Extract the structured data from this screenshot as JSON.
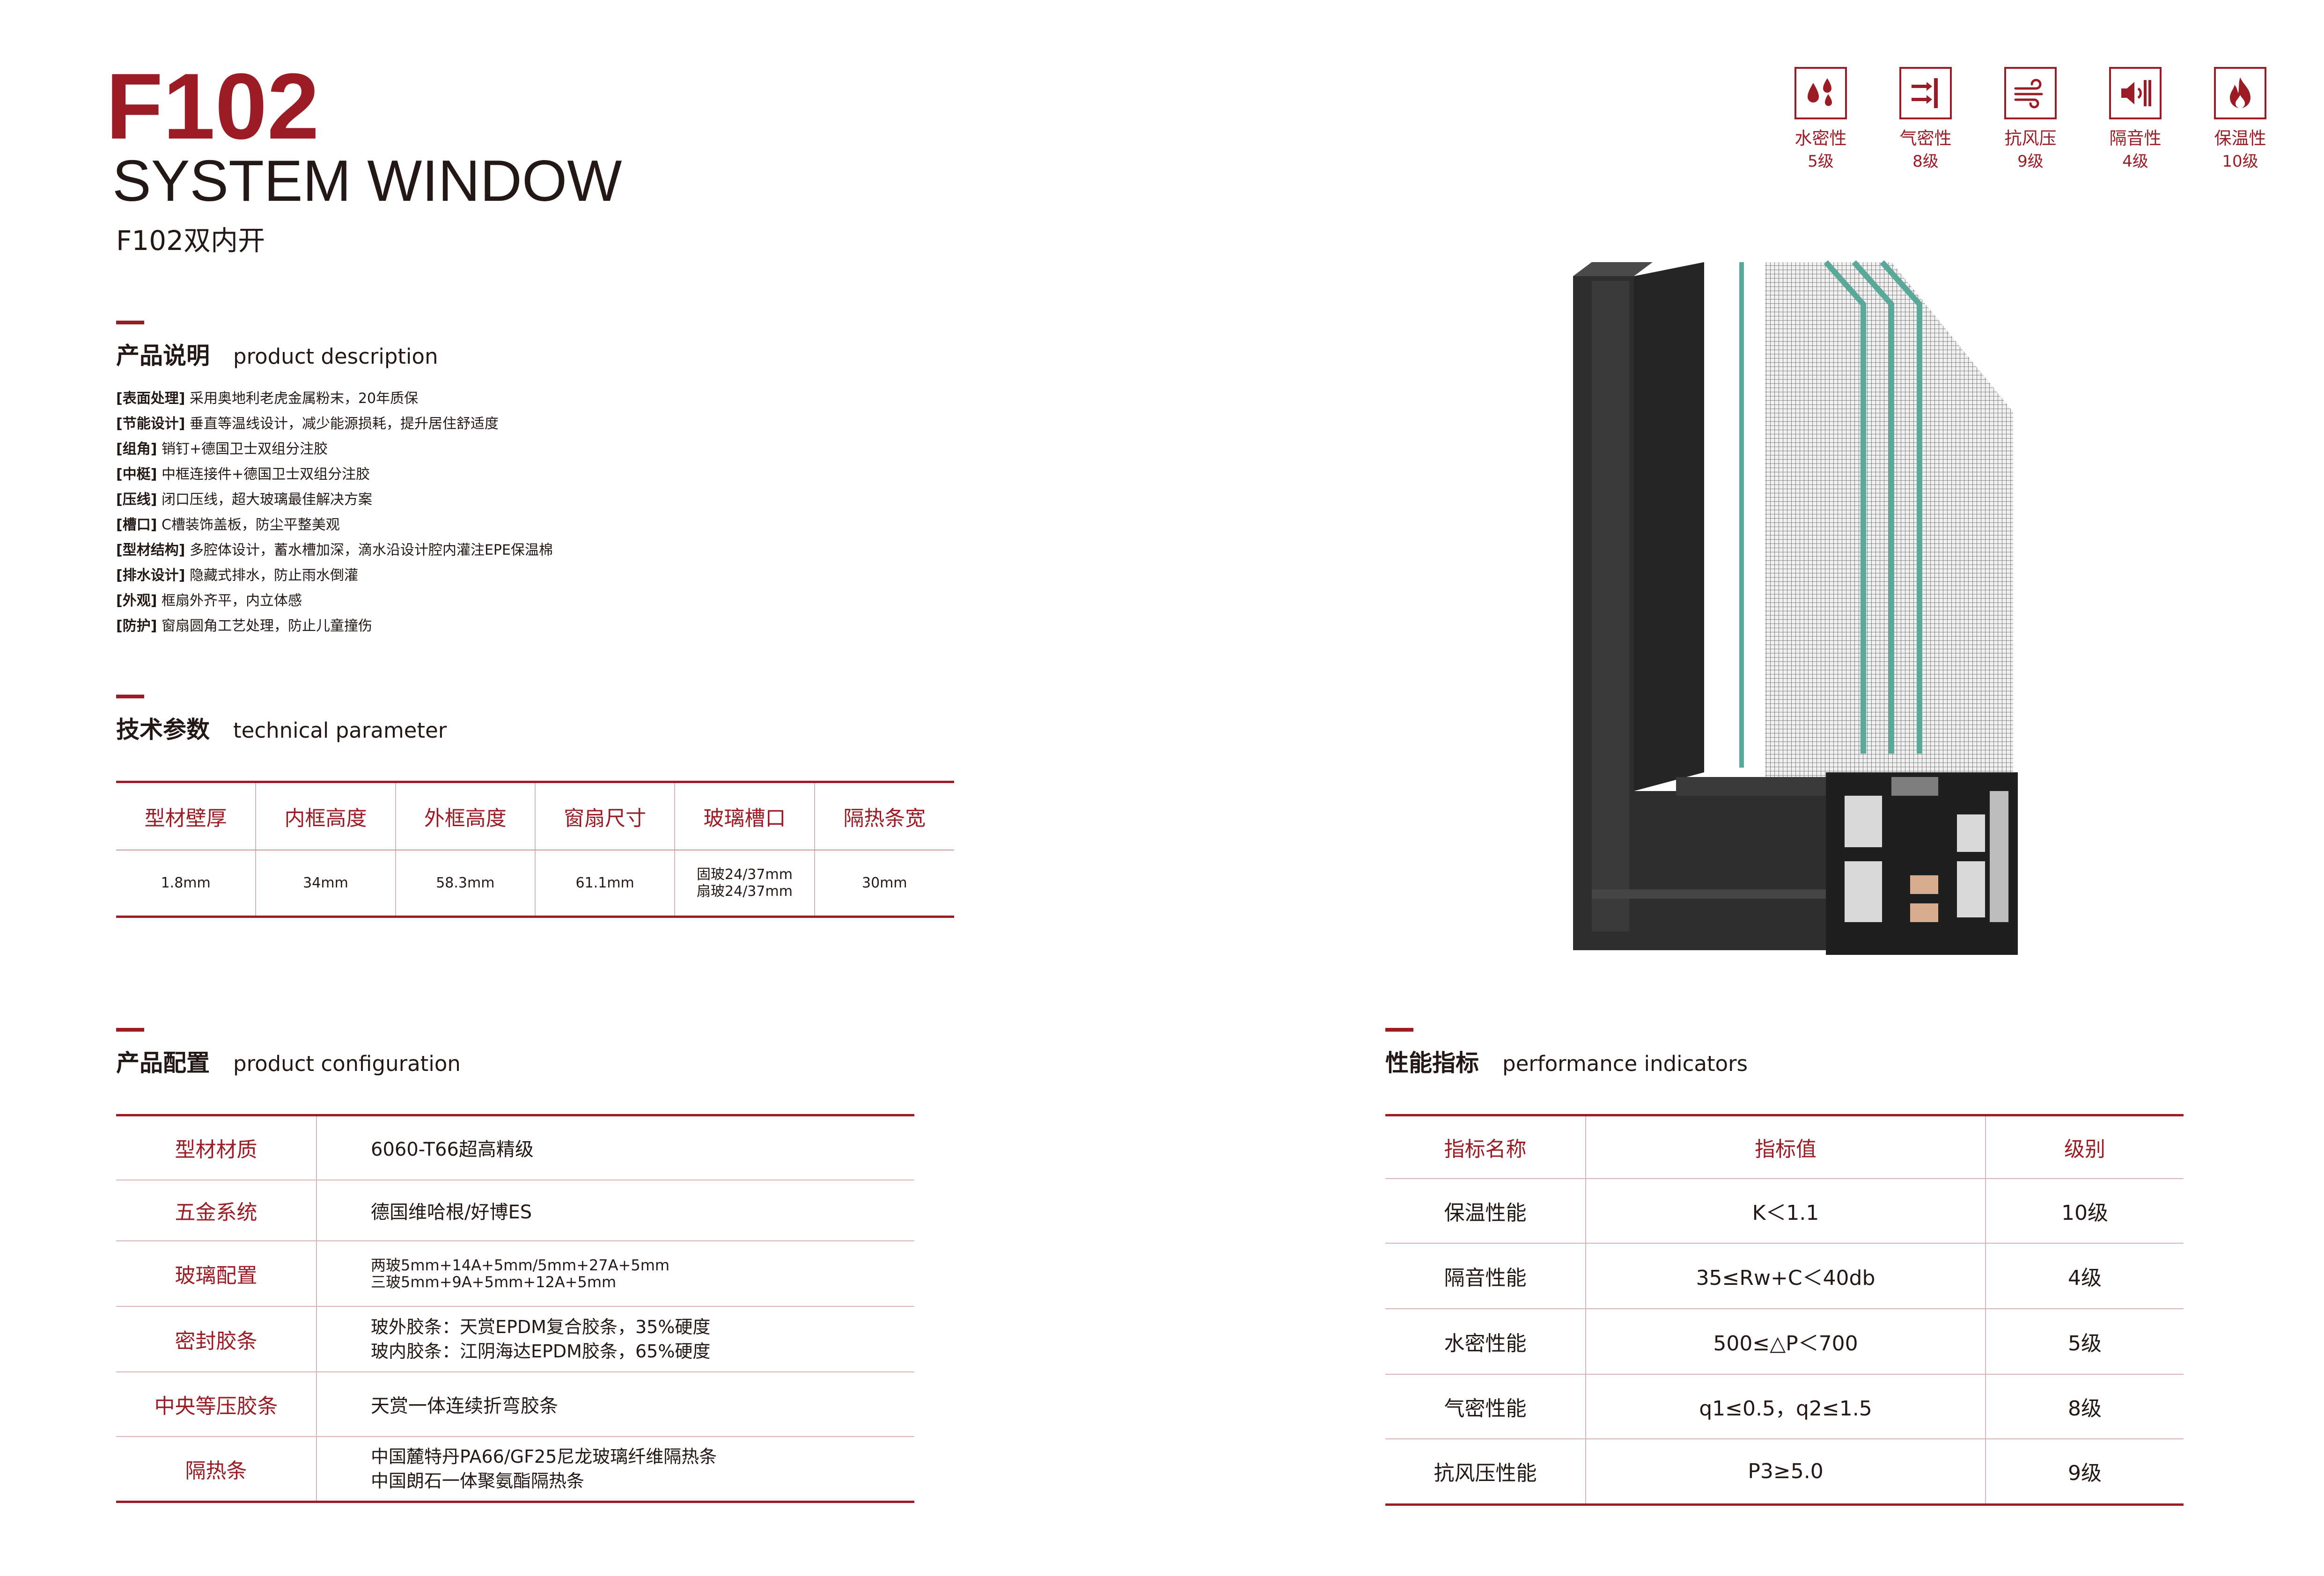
{
  "header": {
    "model": "F102",
    "subtitle": "SYSTEM WINDOW",
    "variant": "F102双内开"
  },
  "ratings": [
    {
      "icon": "water-drop-icon",
      "name": "水密性",
      "grade": "5级"
    },
    {
      "icon": "air-arrows-icon",
      "name": "气密性",
      "grade": "8级"
    },
    {
      "icon": "wind-icon",
      "name": "抗风压",
      "grade": "9级"
    },
    {
      "icon": "speaker-icon",
      "name": "隔音性",
      "grade": "4级"
    },
    {
      "icon": "flame-icon",
      "name": "保温性",
      "grade": "10级"
    }
  ],
  "description": {
    "title_cn": "产品说明",
    "title_en": "product description",
    "items": [
      {
        "tag": "[表面处理]",
        "text": "采用奥地利老虎金属粉末，20年质保"
      },
      {
        "tag": "[节能设计]",
        "text": "垂直等温线设计，减少能源损耗，提升居住舒适度"
      },
      {
        "tag": "[组角]",
        "text": "销钉+德国卫士双组分注胶"
      },
      {
        "tag": "[中梃]",
        "text": "中框连接件+德国卫士双组分注胶"
      },
      {
        "tag": "[压线]",
        "text": "闭口压线，超大玻璃最佳解决方案"
      },
      {
        "tag": "[槽口]",
        "text": "C槽装饰盖板，防尘平整美观"
      },
      {
        "tag": "[型材结构]",
        "text": "多腔体设计，蓄水槽加深，滴水沿设计腔内灌注EPE保温棉"
      },
      {
        "tag": "[排水设计]",
        "text": "隐藏式排水，防止雨水倒灌"
      },
      {
        "tag": "[外观]",
        "text": "框扇外齐平，内立体感"
      },
      {
        "tag": "[防护]",
        "text": "窗扇圆角工艺处理，防止儿童撞伤"
      }
    ]
  },
  "technical": {
    "title_cn": "技术参数",
    "title_en": "technical parameter",
    "headers": [
      "型材壁厚",
      "内框高度",
      "外框高度",
      "窗扇尺寸",
      "玻璃槽口",
      "隔热条宽"
    ],
    "values": [
      "1.8mm",
      "34mm",
      "58.3mm",
      "61.1mm",
      "固玻24/37mm",
      "30mm"
    ],
    "glass_slot_line2": "扇玻24/37mm"
  },
  "configuration": {
    "title_cn": "产品配置",
    "title_en": "product configuration",
    "rows": [
      {
        "key": "型材材质",
        "line1": "6060-T66超高精级",
        "line2": ""
      },
      {
        "key": "五金系统",
        "line1": "德国维哈根/好博ES",
        "line2": ""
      },
      {
        "key": "玻璃配置",
        "line1": "两玻5mm+14A+5mm/5mm+27A+5mm",
        "line2": "三玻5mm+9A+5mm+12A+5mm"
      },
      {
        "key": "密封胶条",
        "line1": "玻外胶条：天赏EPDM复合胶条，35%硬度",
        "line2": "玻内胶条：江阴海达EPDM胶条，65%硬度"
      },
      {
        "key": "中央等压胶条",
        "line1": "天赏一体连续折弯胶条",
        "line2": ""
      },
      {
        "key": "隔热条",
        "line1": "中国麓特丹PA66/GF25尼龙玻璃纤维隔热条",
        "line2": "中国朗石一体聚氨酯隔热条"
      }
    ]
  },
  "performance": {
    "title_cn": "性能指标",
    "title_en": "performance indicators",
    "headers": [
      "指标名称",
      "指标值",
      "级别"
    ],
    "rows": [
      {
        "name": "保温性能",
        "value": "K＜1.1",
        "grade": "10级"
      },
      {
        "name": "隔音性能",
        "value": "35≤Rw+C＜40db",
        "grade": "4级"
      },
      {
        "name": "水密性能",
        "value": "500≤△P＜700",
        "grade": "5级"
      },
      {
        "name": "气密性能",
        "value": "q1≤0.5，q2≤1.5",
        "grade": "8级"
      },
      {
        "name": "抗风压性能",
        "value": "P3≥5.0",
        "grade": "9级"
      }
    ]
  },
  "colors": {
    "accent": "#9b1c24",
    "text": "#231815",
    "frame": "#2e2e2e"
  }
}
